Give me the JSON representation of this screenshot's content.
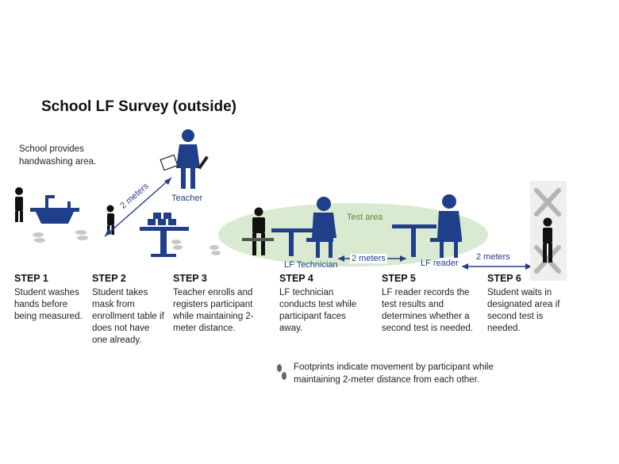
{
  "title": "School LF Survey (outside)",
  "handwashing_note": "School provides handwashing area.",
  "labels": {
    "teacher": "Teacher",
    "test_area": "Test area",
    "lf_technician": "LF Technician",
    "lf_reader": "LF reader",
    "dist_teacher": "2 meters",
    "dist_tech_reader": "2 meters",
    "dist_reader_wait": "2 meters"
  },
  "steps": [
    {
      "head": "STEP 1",
      "text": "Student washes hands before being measured."
    },
    {
      "head": "STEP 2",
      "text": "Student takes mask from enrollment table if does not have one already."
    },
    {
      "head": "STEP 3",
      "text": "Teacher enrolls and registers participant while maintaining 2-meter distance."
    },
    {
      "head": "STEP 4",
      "text": "LF technician conducts test while participant faces away."
    },
    {
      "head": "STEP 5",
      "text": "LF reader records the test results and determines whether a second test is needed."
    },
    {
      "head": "STEP 6",
      "text": "Student waits in designated area if second test is needed."
    }
  ],
  "footnote": "Footprints indicate movement by participant while maintaining 2-meter distance from each other.",
  "colors": {
    "navy": "#1f3f8a",
    "test_area": "#d9ead0",
    "footprint": "#c8c8c8",
    "wait_x": "#b5b5b5"
  }
}
